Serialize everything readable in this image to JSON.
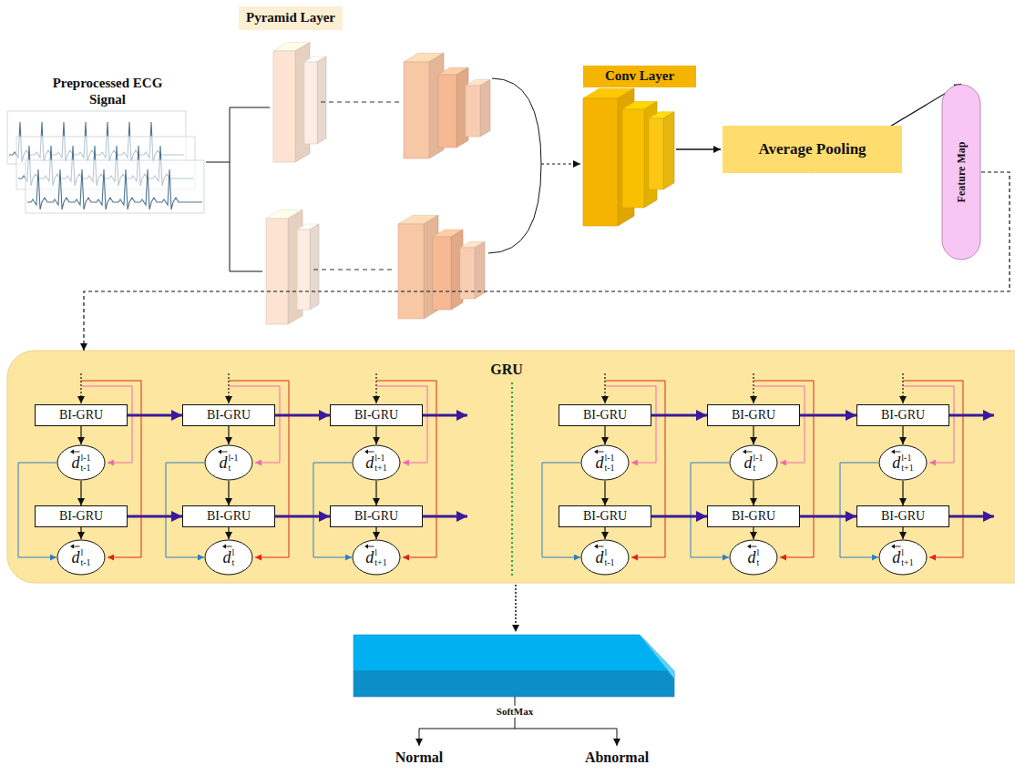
{
  "diagram": {
    "nodes": [
      {
        "text": [
          "Pyramid Layer"
        ]
      },
      {
        "text": [
          "Conv Layer"
        ]
      },
      {
        "text": [
          "Average Pooling"
        ]
      },
      {
        "text": [
          "Feature Map"
        ]
      },
      {
        "text": [
          "GRU"
        ]
      },
      {
        "text": [
          "BI-GRU"
        ],
        "in": 4
      },
      {
        "text": [
          "BI-GRU"
        ],
        "in": 4
      },
      {
        "text": [
          "BI-GRU"
        ],
        "in": 4
      },
      {
        "text": [
          "d",
          "l-1",
          "t-1"
        ],
        "in": 4
      },
      {
        "text": [
          "d",
          "l-1",
          "t"
        ],
        "in": 4
      },
      {
        "text": [
          "d",
          "l-1",
          "t+1"
        ],
        "in": 4
      },
      {
        "text": [
          "BI-GRU"
        ],
        "in": 4
      },
      {
        "text": [
          "BI-GRU"
        ],
        "in": 4
      },
      {
        "text": [
          "BI-GRU"
        ],
        "in": 4
      },
      {
        "text": [
          "d",
          "l",
          "t-1"
        ],
        "in": 4
      },
      {
        "text": [
          "d",
          "l",
          "t"
        ],
        "in": 4
      },
      {
        "text": [
          "d",
          "l",
          "t+1"
        ],
        "in": 4
      },
      {
        "text": [
          "BI-GRU"
        ],
        "in": 4
      },
      {
        "text": [
          "BI-GRU"
        ],
        "in": 4
      },
      {
        "text": [
          "BI-GRU"
        ],
        "in": 4
      },
      {
        "text": [
          "d",
          "l-1",
          "t-1"
        ],
        "in": 4
      },
      {
        "text": [
          "d",
          "l-1",
          "t"
        ],
        "in": 4
      },
      {
        "text": [
          "d",
          "l-1",
          "t+1"
        ],
        "in": 4
      },
      {
        "text": [
          "BI-GRU"
        ],
        "in": 4
      },
      {
        "text": [
          "BI-GRU"
        ],
        "in": 4
      },
      {
        "text": [
          "BI-GRU"
        ],
        "in": 4
      },
      {
        "text": [
          "d",
          "l",
          "t-1"
        ],
        "in": 4
      },
      {
        "text": [
          "d",
          "l",
          "t"
        ],
        "in": 4
      },
      {
        "text": [
          "d",
          "l",
          "t+1"
        ],
        "in": 4
      }
    ],
    "edges": [
      {
        "from": 2,
        "to": 3,
        "arrow": "to"
      },
      {
        "from": 3,
        "to": 4,
        "arrow": "to"
      },
      {
        "from": 5,
        "to": 8,
        "arrow": "to"
      },
      {
        "from": 8,
        "to": 11,
        "arrow": "to"
      },
      {
        "from": 11,
        "to": 14,
        "arrow": "to"
      },
      {
        "from": 8,
        "to": 14,
        "arrow": "to"
      },
      {
        "from": 6,
        "to": 9,
        "arrow": "to"
      },
      {
        "from": 9,
        "to": 12,
        "arrow": "to"
      },
      {
        "from": 12,
        "to": 15,
        "arrow": "to"
      },
      {
        "from": 9,
        "to": 15,
        "arrow": "to"
      },
      {
        "from": 7,
        "to": 10,
        "arrow": "to"
      },
      {
        "from": 10,
        "to": 13,
        "arrow": "to"
      },
      {
        "from": 13,
        "to": 16,
        "arrow": "to"
      },
      {
        "from": 10,
        "to": 16,
        "arrow": "to"
      },
      {
        "from": 5,
        "to": 6,
        "arrow": "to"
      },
      {
        "from": 6,
        "to": 7,
        "arrow": "to"
      },
      {
        "from": 11,
        "to": 12,
        "arrow": "to"
      },
      {
        "from": 12,
        "to": 13,
        "arrow": "to"
      },
      {
        "from": 17,
        "to": 20,
        "arrow": "to"
      },
      {
        "from": 20,
        "to": 23,
        "arrow": "to"
      },
      {
        "from": 23,
        "to": 26,
        "arrow": "to"
      },
      {
        "from": 20,
        "to": 26,
        "arrow": "to"
      },
      {
        "from": 18,
        "to": 21,
        "arrow": "to"
      },
      {
        "from": 21,
        "to": 24,
        "arrow": "to"
      },
      {
        "from": 24,
        "to": 27,
        "arrow": "to"
      },
      {
        "from": 21,
        "to": 27,
        "arrow": "to"
      },
      {
        "from": 19,
        "to": 22,
        "arrow": "to"
      },
      {
        "from": 22,
        "to": 25,
        "arrow": "to"
      },
      {
        "from": 25,
        "to": 28,
        "arrow": "to"
      },
      {
        "from": 22,
        "to": 28,
        "arrow": "to"
      },
      {
        "from": 17,
        "to": 18,
        "arrow": "to"
      },
      {
        "from": 18,
        "to": 19,
        "arrow": "to"
      },
      {
        "from": 23,
        "to": 24,
        "arrow": "to"
      },
      {
        "from": 24,
        "to": 25,
        "arrow": "to"
      }
    ],
    "labels": [
      "Preprocessed ECG Signal",
      "SoftMax",
      "Normal",
      "Abnormal"
    ]
  }
}
